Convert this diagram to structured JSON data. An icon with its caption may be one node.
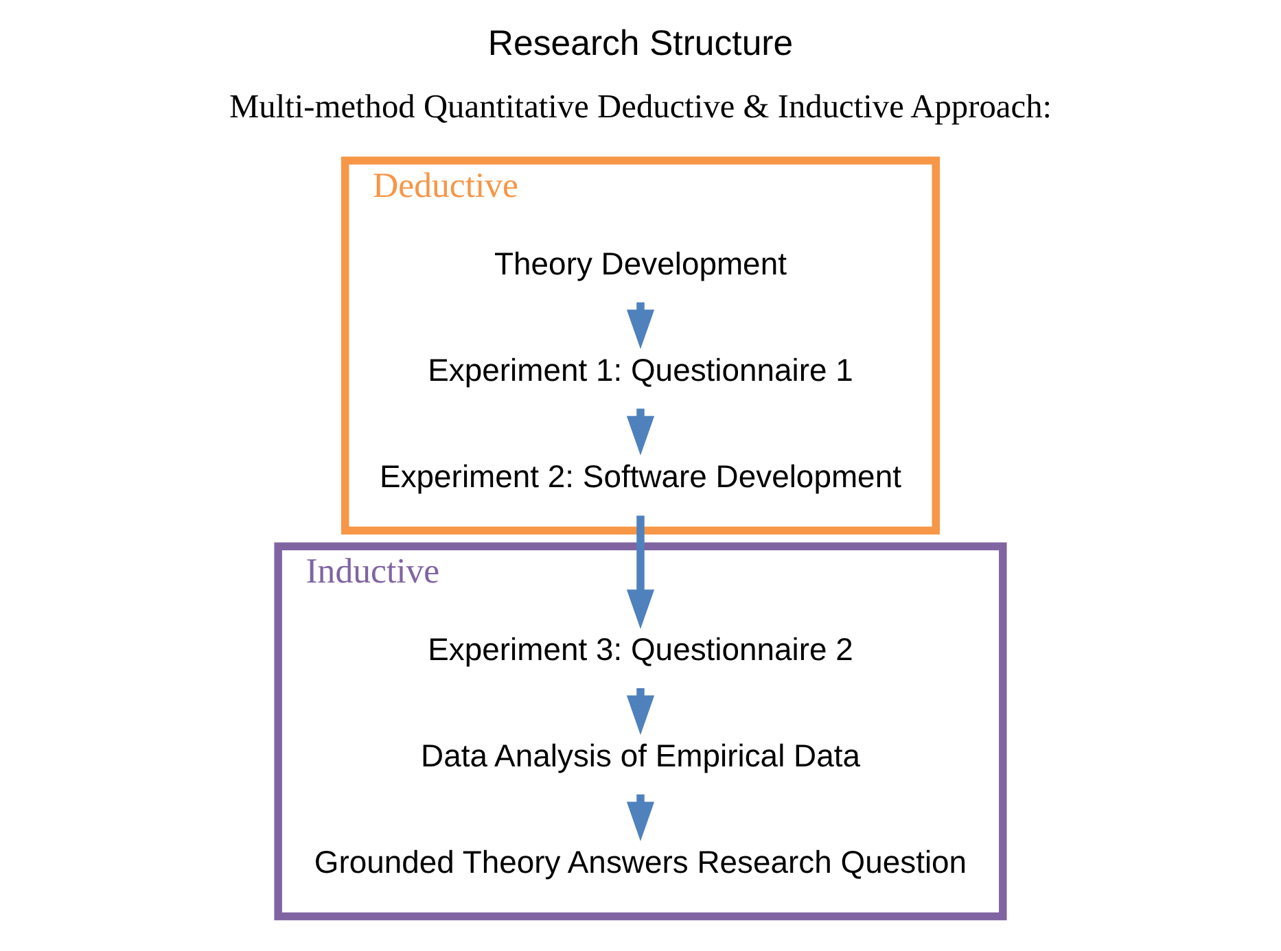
{
  "diagram": {
    "title": "Research Structure",
    "nodes": [
      {
        "text": [
          "Deductive"
        ]
      },
      {
        "text": [
          "Theory Development"
        ],
        "in": 0
      },
      {
        "text": [
          "Experiment 1: Questionnaire 1"
        ],
        "in": 0
      },
      {
        "text": [
          "Experiment 2: Software Development"
        ],
        "in": 0
      },
      {
        "text": [
          "Inductive"
        ]
      },
      {
        "text": [
          "Experiment 3: Questionnaire 2"
        ],
        "in": 4
      },
      {
        "text": [
          "Data Analysis of Empirical Data"
        ],
        "in": 4
      },
      {
        "text": [
          "Grounded Theory Answers Research Question"
        ],
        "in": 4
      }
    ],
    "edges": [
      {
        "from": 1,
        "to": 2,
        "arrow": "to"
      },
      {
        "from": 2,
        "to": 3,
        "arrow": "to"
      },
      {
        "from": 3,
        "to": 5,
        "arrow": "to"
      },
      {
        "from": 5,
        "to": 6,
        "arrow": "to"
      },
      {
        "from": 6,
        "to": 7,
        "arrow": "to"
      }
    ],
    "labels": [
      "Multi-method Quantitative Deductive & Inductive Approach:"
    ]
  }
}
